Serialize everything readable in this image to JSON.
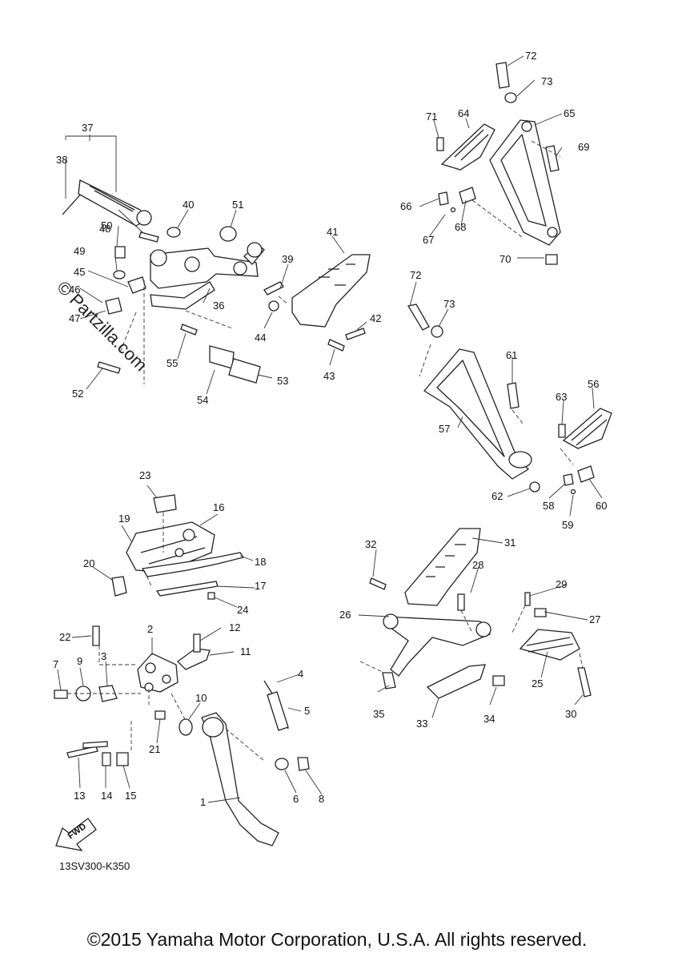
{
  "watermark": "© Partzilla.com",
  "diagram_ref": "13SV300-K350",
  "fwd_label": "FWD",
  "copyright": "©2015 Yamaha Motor Corporation, U.S.A. All rights reserved.",
  "callouts": [
    "1",
    "2",
    "3",
    "4",
    "5",
    "6",
    "7",
    "8",
    "9",
    "10",
    "11",
    "12",
    "13",
    "14",
    "15",
    "16",
    "17",
    "18",
    "19",
    "20",
    "21",
    "22",
    "23",
    "24",
    "25",
    "26",
    "27",
    "28",
    "29",
    "30",
    "31",
    "32",
    "33",
    "34",
    "35",
    "36",
    "37",
    "38",
    "39",
    "40",
    "41",
    "42",
    "43",
    "44",
    "45",
    "46",
    "47",
    "48",
    "49",
    "50",
    "51",
    "52",
    "53",
    "54",
    "55",
    "56",
    "57",
    "58",
    "59",
    "60",
    "61",
    "62",
    "63",
    "64",
    "65",
    "66",
    "67",
    "68",
    "69",
    "70",
    "71",
    "72",
    "73",
    "72",
    "73"
  ]
}
